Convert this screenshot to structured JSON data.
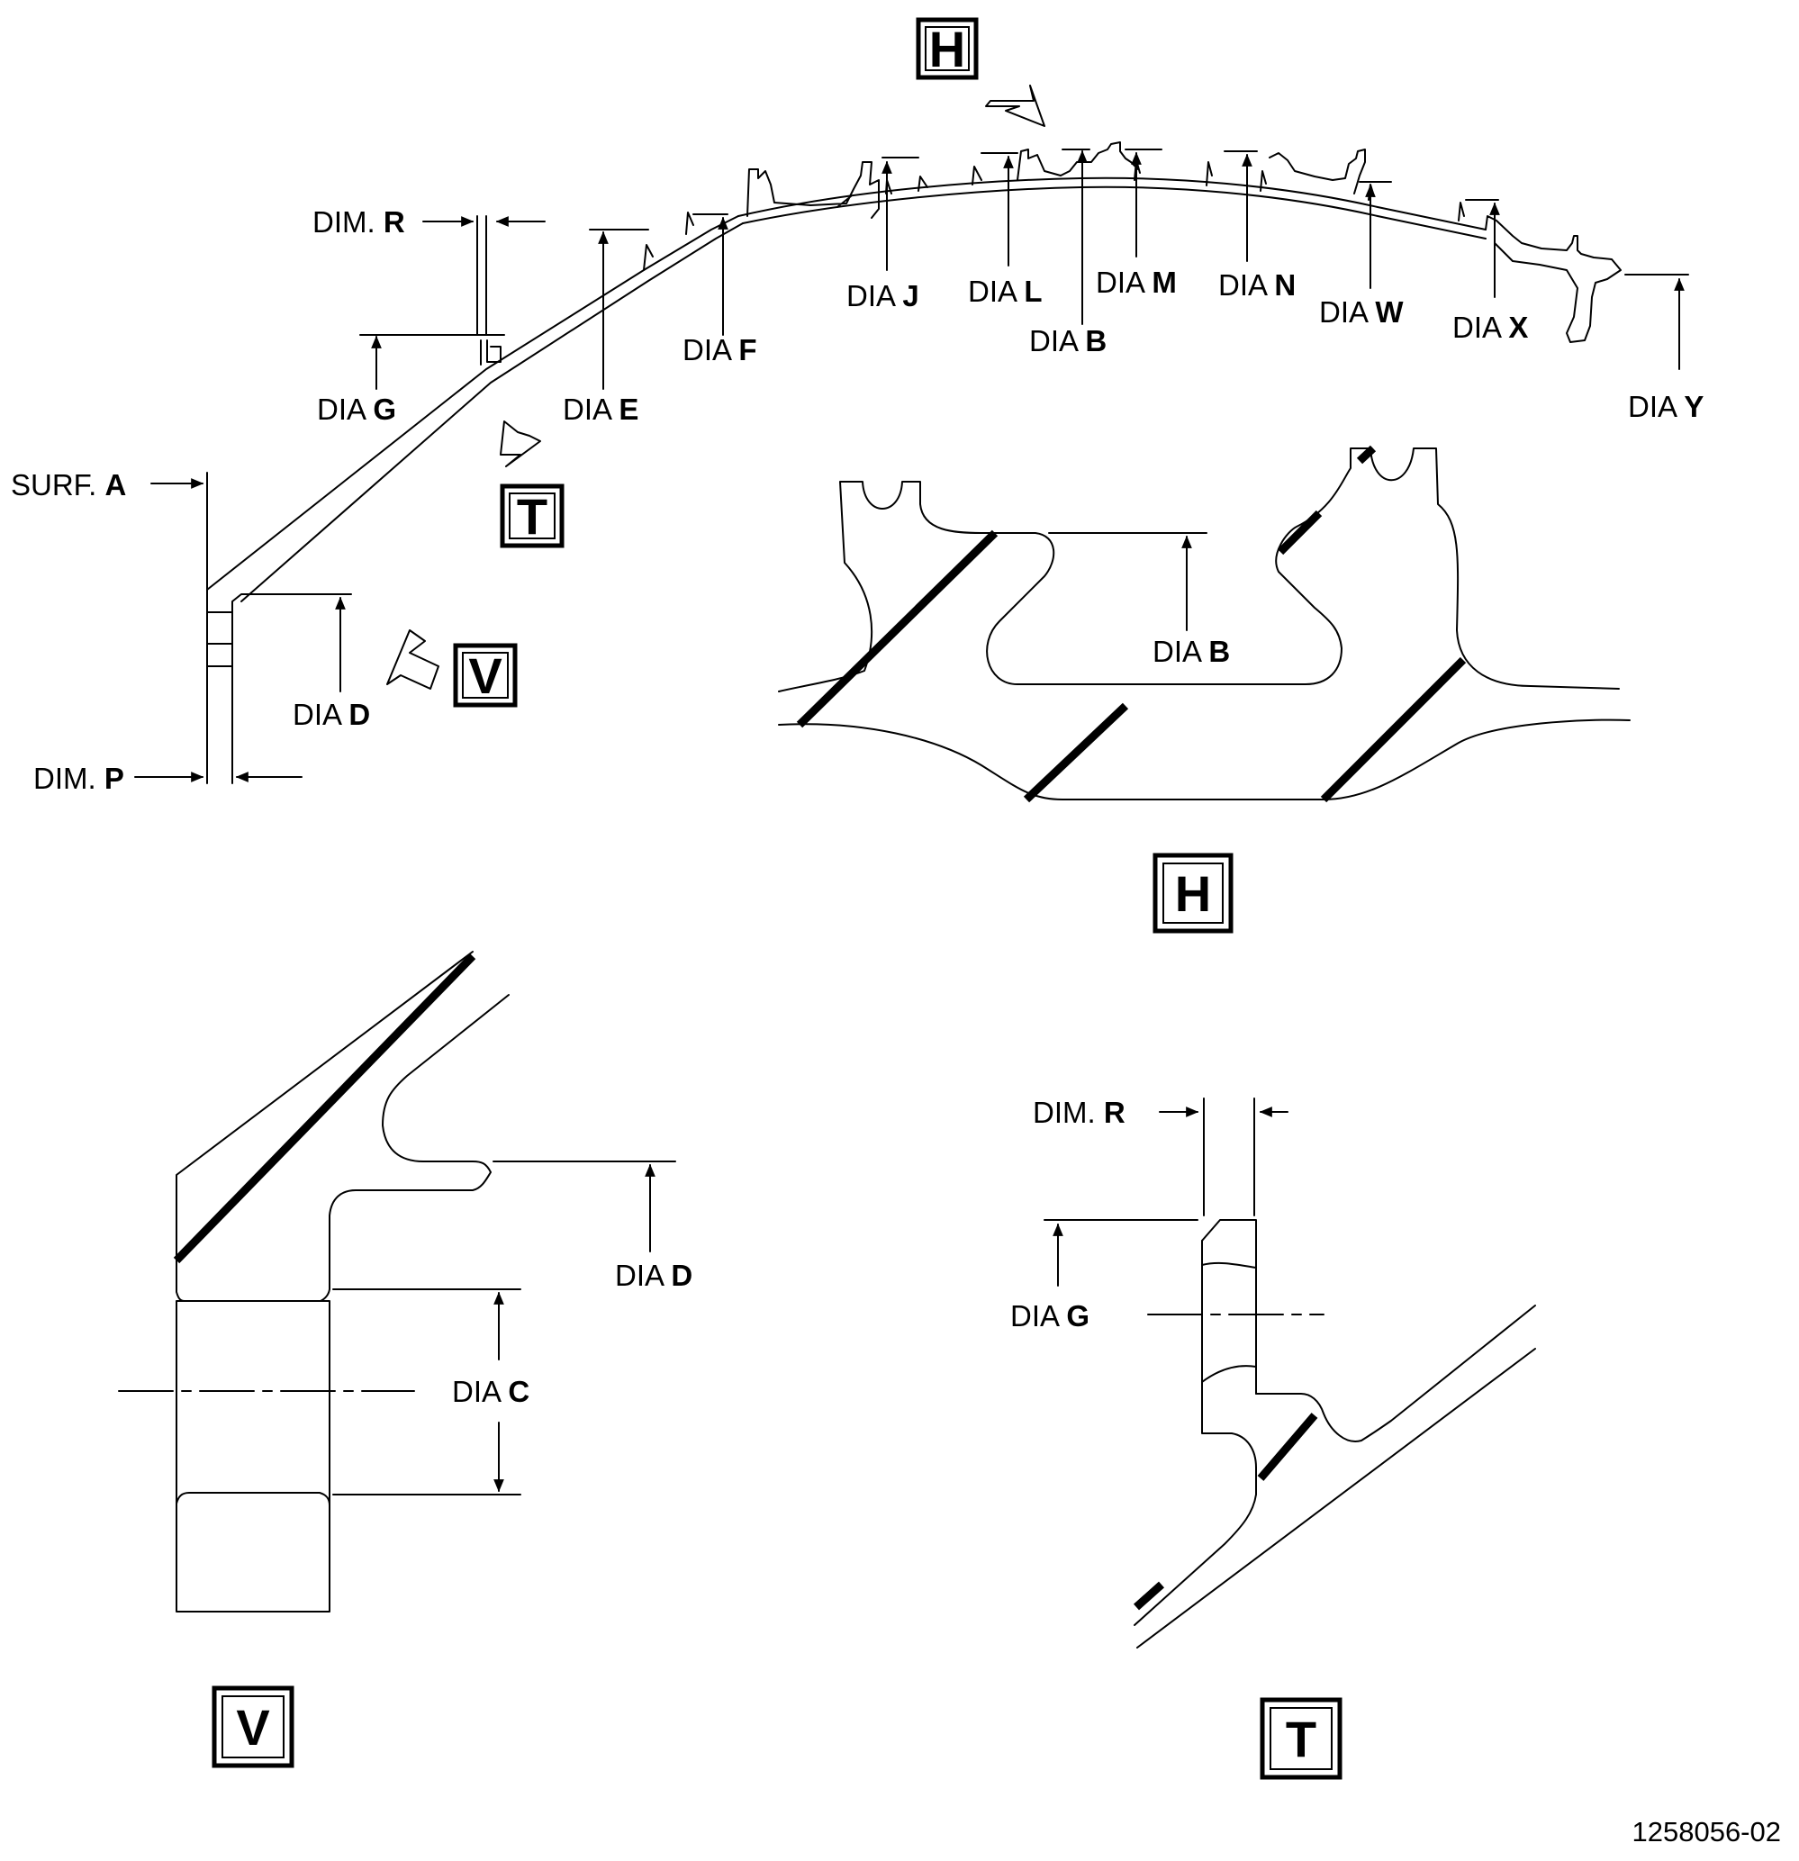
{
  "overview_labels": {
    "dim_r_prefix": "DIM.",
    "dim_r_letter": "R",
    "dia_g_prefix": "DIA",
    "dia_g_letter": "G",
    "surf_a_prefix": "SURF.",
    "surf_a_letter": "A",
    "dia_d_prefix": "DIA",
    "dia_d_letter": "D",
    "dim_p_prefix": "DIM.",
    "dim_p_letter": "P",
    "dia_e_prefix": "DIA",
    "dia_e_letter": "E",
    "dia_f_prefix": "DIA",
    "dia_f_letter": "F",
    "dia_j_prefix": "DIA",
    "dia_j_letter": "J",
    "dia_l_prefix": "DIA",
    "dia_l_letter": "L",
    "dia_b_prefix": "DIA",
    "dia_b_letter": "B",
    "dia_m_prefix": "DIA",
    "dia_m_letter": "M",
    "dia_n_prefix": "DIA",
    "dia_n_letter": "N",
    "dia_w_prefix": "DIA",
    "dia_w_letter": "W",
    "dia_x_prefix": "DIA",
    "dia_x_letter": "X",
    "dia_y_prefix": "DIA",
    "dia_y_letter": "Y"
  },
  "view_tags": {
    "h_top": "H",
    "t_overview": "T",
    "v_overview": "V",
    "h_detail": "H",
    "v_detail": "V",
    "t_detail": "T"
  },
  "detail_h": {
    "dia_b_prefix": "DIA",
    "dia_b_letter": "B"
  },
  "detail_v": {
    "dia_d_prefix": "DIA",
    "dia_d_letter": "D",
    "dia_c_prefix": "DIA",
    "dia_c_letter": "C"
  },
  "detail_t": {
    "dim_r_prefix": "DIM.",
    "dim_r_letter": "R",
    "dia_g_prefix": "DIA",
    "dia_g_letter": "G"
  },
  "drawing_number": "1258056-02"
}
